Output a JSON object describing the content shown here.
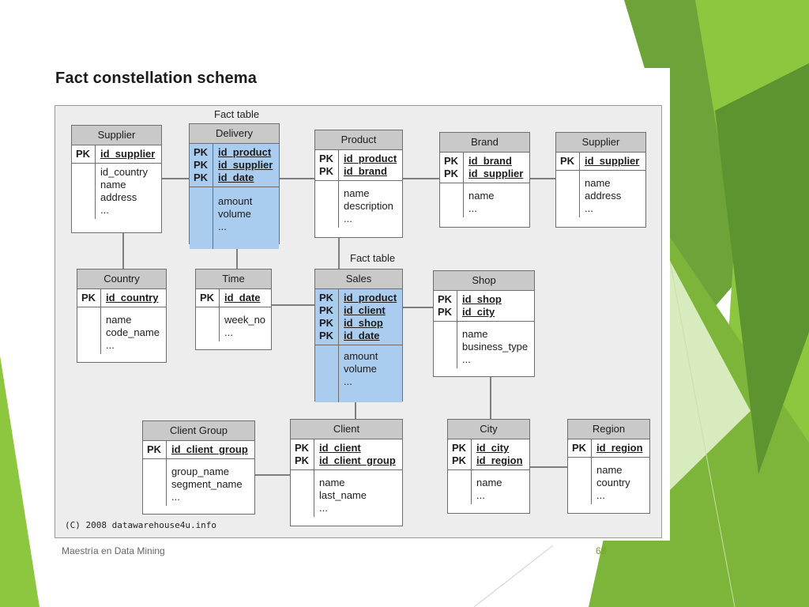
{
  "slide": {
    "title": "Fact constellation schema",
    "copyright": "(C) 2008 datawarehouse4u.info",
    "footer_text": "Maestría en Data Mining",
    "page_number": "68",
    "accent_colors": [
      "#8dc63f",
      "#6aa533",
      "#4e8a2c"
    ],
    "fact_fill": "#a9ccef"
  },
  "labels": {
    "fact_table_delivery": "Fact table",
    "fact_table_sales": "Fact table"
  },
  "tables": {
    "supplier_left": {
      "name": "Supplier",
      "pk_labels": [
        "PK"
      ],
      "keys": [
        "id_supplier"
      ],
      "attrs": [
        "id_country",
        "name",
        "address",
        "..."
      ]
    },
    "delivery": {
      "name": "Delivery",
      "pk_labels": [
        "PK",
        "PK",
        "PK"
      ],
      "keys": [
        "id_product",
        "id_supplier",
        "id_date"
      ],
      "attrs": [
        "amount",
        "volume",
        "..."
      ]
    },
    "product": {
      "name": "Product",
      "pk_labels": [
        "PK",
        "PK"
      ],
      "keys": [
        "id_product",
        "id_brand"
      ],
      "attrs": [
        "name",
        "description",
        "..."
      ]
    },
    "brand": {
      "name": "Brand",
      "pk_labels": [
        "PK",
        "PK"
      ],
      "keys": [
        "id_brand",
        "id_supplier"
      ],
      "attrs": [
        "name",
        "..."
      ]
    },
    "supplier_right": {
      "name": "Supplier",
      "pk_labels": [
        "PK"
      ],
      "keys": [
        "id_supplier"
      ],
      "attrs": [
        "name",
        "address",
        "..."
      ]
    },
    "country": {
      "name": "Country",
      "pk_labels": [
        "PK"
      ],
      "keys": [
        "id_country"
      ],
      "attrs": [
        "name",
        "code_name",
        "..."
      ]
    },
    "time": {
      "name": "Time",
      "pk_labels": [
        "PK"
      ],
      "keys": [
        "id_date"
      ],
      "attrs": [
        "week_no",
        "..."
      ]
    },
    "sales": {
      "name": "Sales",
      "pk_labels": [
        "PK",
        "PK",
        "PK",
        "PK"
      ],
      "keys": [
        "id_product",
        "id_client",
        "id_shop",
        "id_date"
      ],
      "attrs": [
        "amount",
        "volume",
        "..."
      ]
    },
    "shop": {
      "name": "Shop",
      "pk_labels": [
        "PK",
        "PK"
      ],
      "keys": [
        "id_shop",
        "id_city"
      ],
      "attrs": [
        "name",
        "business_type",
        "..."
      ]
    },
    "client_group": {
      "name": "Client Group",
      "pk_labels": [
        "PK"
      ],
      "keys": [
        "id_client_group"
      ],
      "attrs": [
        "group_name",
        "segment_name",
        "..."
      ]
    },
    "client": {
      "name": "Client",
      "pk_labels": [
        "PK",
        "PK"
      ],
      "keys": [
        "id_client",
        "id_client_group"
      ],
      "attrs": [
        "name",
        "last_name",
        "..."
      ]
    },
    "city": {
      "name": "City",
      "pk_labels": [
        "PK",
        "PK"
      ],
      "keys": [
        "id_city",
        "id_region"
      ],
      "attrs": [
        "name",
        "..."
      ]
    },
    "region": {
      "name": "Region",
      "pk_labels": [
        "PK"
      ],
      "keys": [
        "id_region"
      ],
      "attrs": [
        "name",
        "country",
        "..."
      ]
    }
  }
}
